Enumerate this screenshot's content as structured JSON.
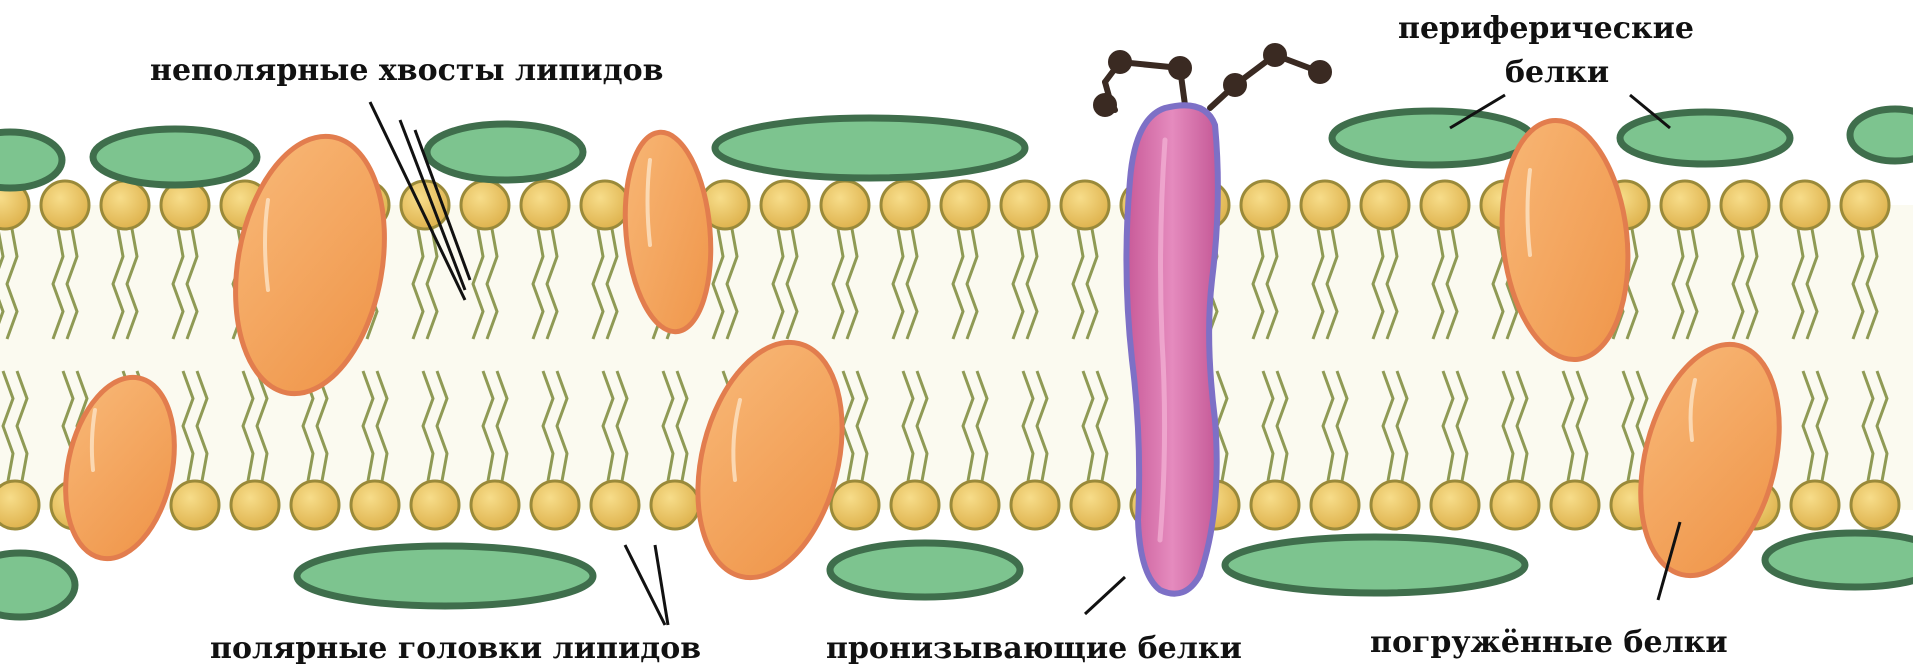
{
  "labels": {
    "nonpolar_tails": "неполярные хвосты липидов",
    "peripheral_line1": "периферические",
    "peripheral_line2": "белки",
    "polar_heads": "полярные головки липидов",
    "transmembrane": "пронизывающие белки",
    "embedded": "погружённые белки"
  },
  "colors": {
    "background": "#ffffff",
    "membrane_fill": "#fbfaf0",
    "lipid_head": "#e9c25a",
    "lipid_head_stroke": "#9a8a3a",
    "lipid_tail": "#8f9a55",
    "peripheral_protein": "#7dc48f",
    "peripheral_protein_stroke": "#3f6e4c",
    "embedded_protein": "#f4a35c",
    "embedded_protein_stroke": "#e07a4d",
    "transmembrane_protein": "#d46ea8",
    "transmembrane_protein_stroke": "#7a6cc0",
    "glyco_chain": "#3a2a22",
    "leader_line": "#111111"
  }
}
